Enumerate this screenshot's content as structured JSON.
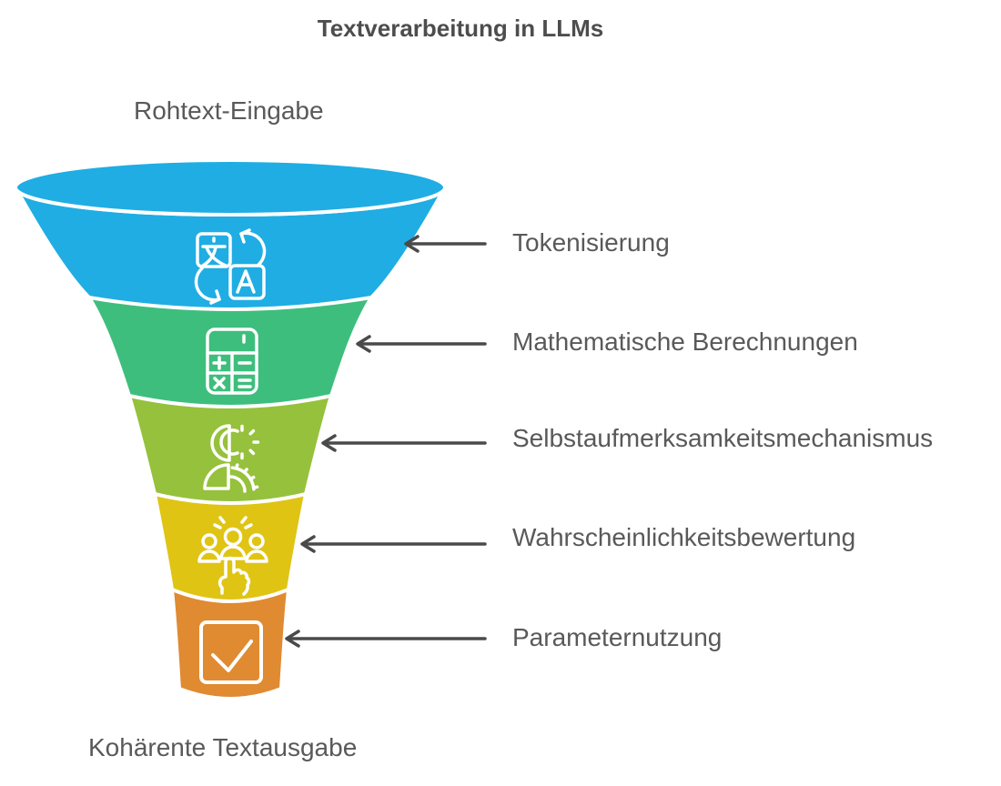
{
  "title": "Textverarbeitung in LLMs",
  "funnel": {
    "input_label": "Rohtext-Eingabe",
    "output_label": "Kohärente Textausgabe",
    "stages": [
      {
        "label": "Tokenisierung",
        "color": "#1FADE4",
        "icon": "translation-icon"
      },
      {
        "label": "Mathematische Berechnungen",
        "color": "#3EBE7D",
        "icon": "calculator-icon"
      },
      {
        "label": "Selbstaufmerksamkeitsmechanismus",
        "color": "#96C13C",
        "icon": "person-gear-icon"
      },
      {
        "label": "Wahrscheinlichkeitsbewertung",
        "color": "#E0C414",
        "icon": "people-decision-icon"
      },
      {
        "label": "Parameternutzung",
        "color": "#E08A31",
        "icon": "checkmark-box-icon"
      }
    ]
  },
  "colors": {
    "arrow": "#4A4A4A",
    "label_text": "#595959",
    "title_text": "#4D4D4D",
    "icon_stroke": "#FFFFFF",
    "background": "#FFFFFF"
  }
}
